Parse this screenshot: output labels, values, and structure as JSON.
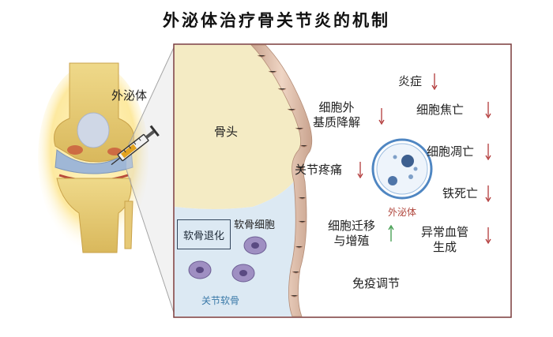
{
  "title": "外泌体治疗骨关节炎的机制",
  "labels": {
    "exosome_injection": "外泌体",
    "bone_head": "骨头",
    "joint_pain": "关节疼痛",
    "cartilage_degeneration": "软骨退化",
    "chondrocyte": "软骨细胞",
    "articular_cartilage": "关节软骨",
    "exosome_vesicle": "外泌体",
    "immune_regulation": "免疫调节"
  },
  "effects": [
    {
      "line1": "炎症",
      "line2": "",
      "direction": "down"
    },
    {
      "line1": "细胞外",
      "line2": "基质降解",
      "direction": "down"
    },
    {
      "line1": "细胞焦亡",
      "line2": "",
      "direction": "down"
    },
    {
      "line1": "细胞凋亡",
      "line2": "",
      "direction": "down"
    },
    {
      "line1": "铁死亡",
      "line2": "",
      "direction": "down"
    },
    {
      "line1": "细胞迁移",
      "line2": "与增殖",
      "direction": "up"
    },
    {
      "line1": "异常血管",
      "line2": "生成",
      "direction": "down"
    }
  ],
  "colors": {
    "down_arrow": "#b23a3a",
    "up_arrow": "#3d9a4a",
    "bone": "#f4ebc4",
    "cartilage": "#dce9f3",
    "frame": "#7a3b3b"
  },
  "icons": [
    "syringe-icon",
    "knee-joint-illustration",
    "exosome-vesicle-icon",
    "chondrocyte-cell-icon"
  ]
}
